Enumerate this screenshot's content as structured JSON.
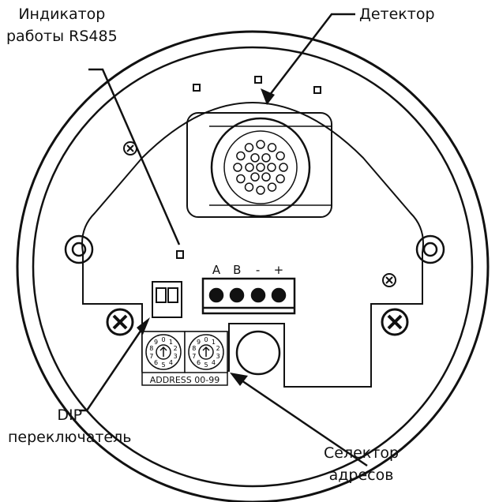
{
  "labels": {
    "rs485_indicator": [
      "Индикатор",
      "работы RS485"
    ],
    "detector": "Детектор",
    "dip_switch": [
      "DIP",
      "переключатель"
    ],
    "address_selector": [
      "Селектор",
      "адресов"
    ]
  },
  "terminal_labels": [
    "A",
    "B",
    "-",
    "+"
  ],
  "address_text": "ADDRESS 00-99",
  "dial_digits": [
    "0",
    "1",
    "2",
    "3",
    "4",
    "5",
    "6",
    "7",
    "8",
    "9"
  ]
}
